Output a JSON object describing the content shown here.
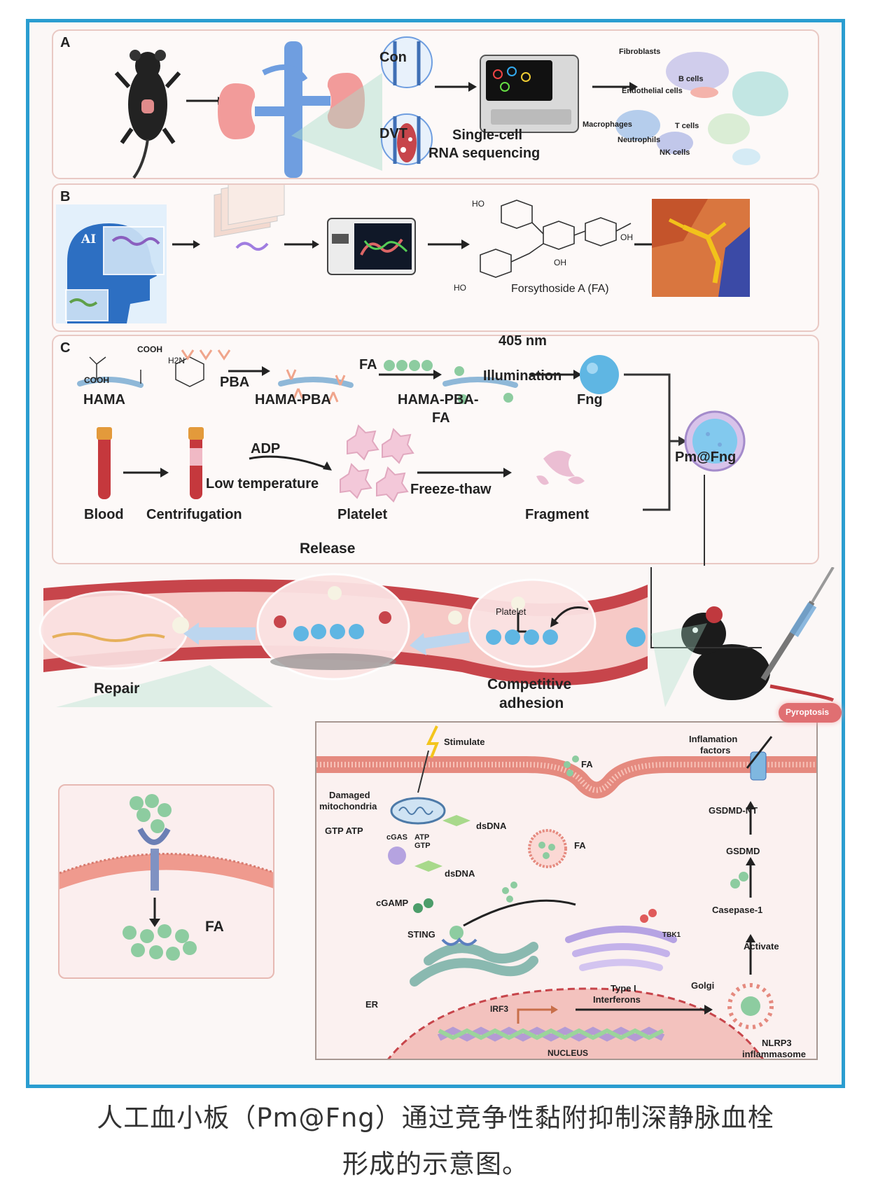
{
  "panels": {
    "a": {
      "label": "A",
      "con": "Con",
      "dvt": "DVT",
      "seq_line1": "Single-cell",
      "seq_line2": "RNA sequencing",
      "clusters": [
        "Fibroblasts",
        "B cells",
        "Endothelial cells",
        "Macrophages",
        "T cells",
        "Neutrophils",
        "NK cells"
      ]
    },
    "b": {
      "label": "B",
      "ai": "AI",
      "compound": "Forsythoside A (FA)",
      "chem": {
        "ho": "HO",
        "oh": "OH"
      }
    },
    "c": {
      "label": "C",
      "hama": "HAMA",
      "cooh": "COOH",
      "h2n": "H2N",
      "pba": "PBA",
      "hama_pba": "HAMA-PBA",
      "fa": "FA",
      "hama_pba_fa_1": "HAMA-PBA-",
      "hama_pba_fa_2": "FA",
      "nm": "405 nm",
      "illumination": "Illumination",
      "fng": "Fng",
      "pmfng": "Pm@Fng",
      "blood": "Blood",
      "centrifugation": "Centrifugation",
      "adp": "ADP",
      "low_temp": "Low temperature",
      "platelet": "Platelet",
      "freeze_thaw": "Freeze-thaw",
      "fragment": "Fragment"
    }
  },
  "vessel": {
    "release": "Release",
    "repair": "Repair",
    "platelet": "Platelet",
    "competitive_1": "Competitive",
    "competitive_2": "adhesion"
  },
  "inset": {
    "fa": "FA"
  },
  "mechanism": {
    "stimulate": "Stimulate",
    "fa_top": "FA",
    "fa_vesicle": "FA",
    "damaged_1": "Damaged",
    "damaged_2": "mitochondria",
    "dsdna_1": "dsDNA",
    "dsdna_2": "dsDNA",
    "gtp_atp": "GTP ATP",
    "cgas": "cGAS",
    "atp": "ATP",
    "gtp": "GTP",
    "cgamp": "cGAMP",
    "sting": "STING",
    "tbk1": "TBK1",
    "er": "ER",
    "irf3": "IRF3",
    "type1_1": "Type I",
    "type1_2": "Interferons",
    "golgi": "Golgi",
    "nucleus": "NUCLEUS",
    "inflam_1": "Inflamation",
    "inflam_2": "factors",
    "pyroptosis": "Pyroptosis",
    "gsdmd_nt": "GSDMD-NT",
    "gsdmd": "GSDMD",
    "casepase": "Casepase-1",
    "activate": "Activate",
    "nlrp3_1": "NLRP3",
    "nlrp3_2": "inflammasome"
  },
  "caption": {
    "line1": "人工血小板（Pm@Fng）通过竞争性黏附抑制深静脉血栓",
    "line2": "形成的示意图。"
  },
  "colors": {
    "frame": "#2a9dd0",
    "panel_border": "#e9c9c4",
    "vessel": "#c7454b",
    "fa_green": "#8dcca0",
    "fng_blue": "#5fb6e3"
  }
}
